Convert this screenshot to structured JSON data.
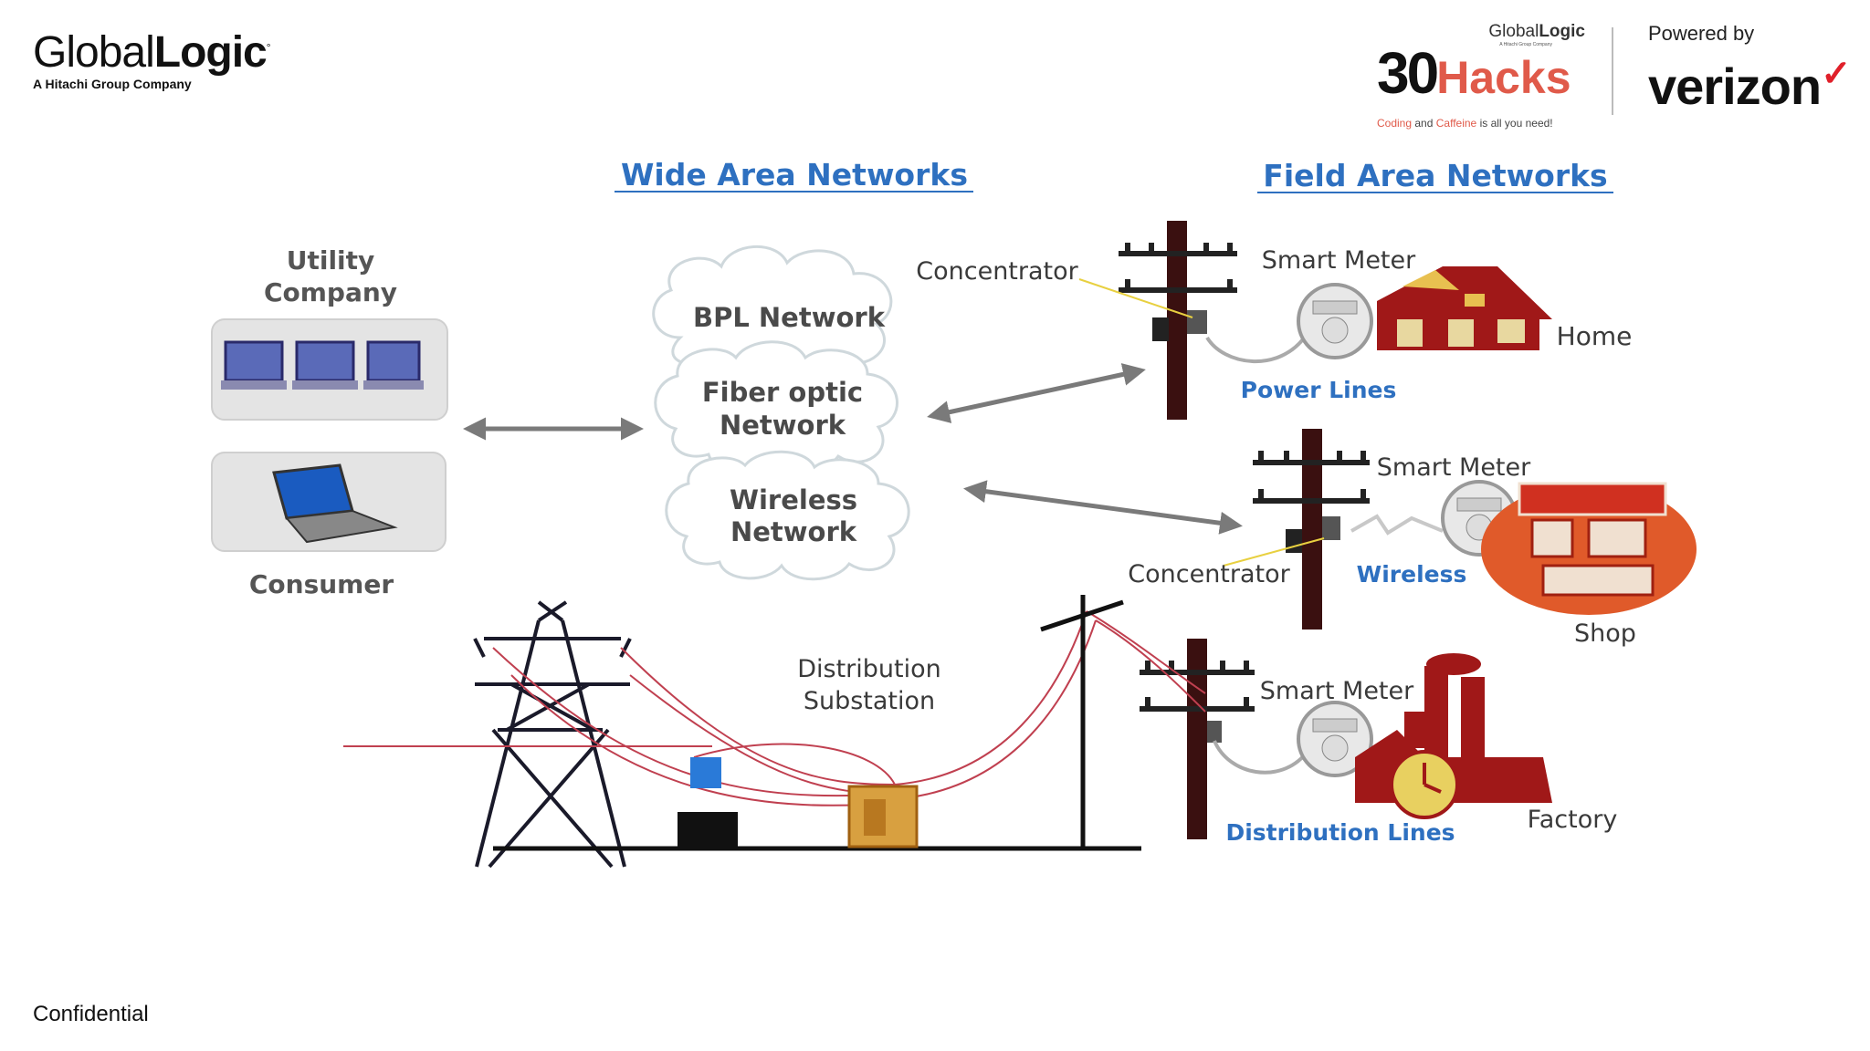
{
  "branding": {
    "company_name_light": "Global",
    "company_name_bold": "Logic",
    "company_tagline": "A Hitachi Group Company",
    "hackathon_brand_light": "Global",
    "hackathon_brand_bold": "Logic",
    "hackathon_brand_tagline": "A Hitachi Group Company",
    "hackathon_number": "30",
    "hackathon_word": "Hacks",
    "hackathon_slogan_coding": "Coding",
    "hackathon_slogan_and": "and",
    "hackathon_slogan_caffeine": "Caffeine",
    "hackathon_slogan_rest": "is all you need!",
    "powered_by": "Powered by",
    "sponsor": "verizon",
    "sponsor_check": "✓"
  },
  "footer": {
    "confidential": "Confidential"
  },
  "diagram": {
    "headers": {
      "wan": "Wide Area Networks",
      "fan": "Field Area Networks"
    },
    "utility": {
      "line1": "Utility",
      "line2": "Company"
    },
    "consumer": "Consumer",
    "clouds": {
      "bpl": "BPL Network",
      "fiber_line1": "Fiber optic",
      "fiber_line2": "Network",
      "wireless_line1": "Wireless",
      "wireless_line2": "Network"
    },
    "concentrator_top": "Concentrator",
    "concentrator_mid": "Concentrator",
    "smart_meter_home": "Smart Meter",
    "smart_meter_shop": "Smart Meter",
    "smart_meter_factory": "Smart Meter",
    "home": "Home",
    "shop": "Shop",
    "factory": "Factory",
    "power_lines": "Power Lines",
    "wireless": "Wireless",
    "distribution_lines": "Distribution Lines",
    "substation_line1": "Distribution",
    "substation_line2": "Substation"
  },
  "colors": {
    "header_blue": "#2e70c0",
    "brand_red": "#e05a4a",
    "dark_red": "#a01818",
    "pole": "#2a1a1a",
    "wire_red": "#c04050"
  }
}
